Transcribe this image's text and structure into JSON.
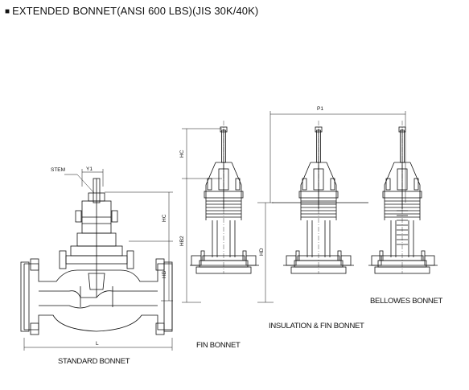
{
  "header": {
    "bullet": "■",
    "title": "EXTENDED BONNET(ANSI 600 LBS)(JIS 30K/40K)"
  },
  "views": {
    "standard": "STANDARD BONNET",
    "fin": "FIN BONNET",
    "insulation_fin": "INSULATION & FIN BONNET",
    "bellows": "BELLOWES BONNET"
  },
  "callouts": {
    "stem": "STEM"
  },
  "dimensions": {
    "y1": "Y1",
    "hc": "HC",
    "hb": "HB",
    "l": "L",
    "hb2": "HB2",
    "hd": "HD",
    "hc_top": "HC",
    "p1": "P1"
  }
}
